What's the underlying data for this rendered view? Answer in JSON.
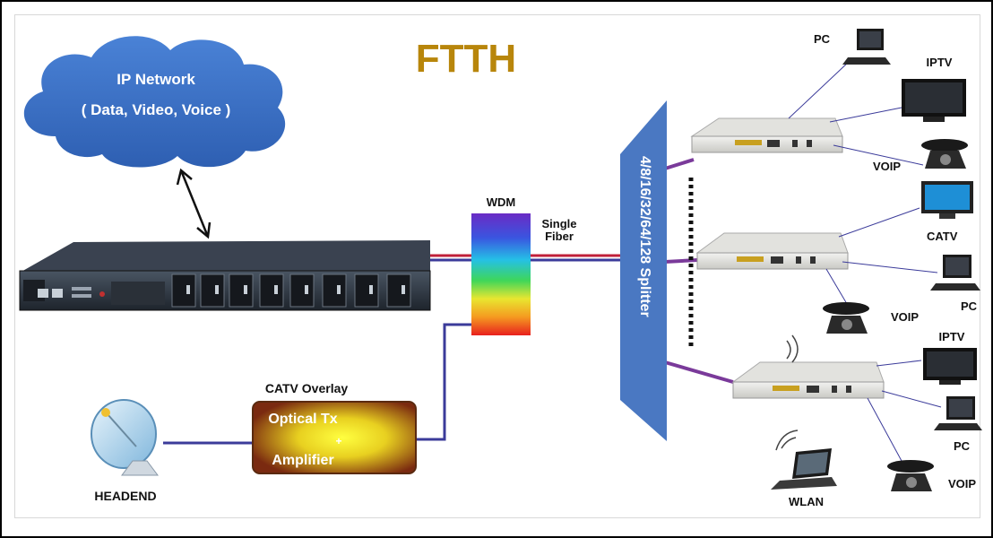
{
  "title": "FTTH",
  "cloud": {
    "line1": "IP Network",
    "line2": "( Data, Video, Voice )"
  },
  "wdm_label": "WDM",
  "fiber_label": {
    "line1": "Single",
    "line2": "Fiber"
  },
  "splitter_label": "4/8/16/32/64/128  Splitter",
  "catv_overlay": {
    "title": "CATV Overlay",
    "line1": "Optical Tx",
    "line2": "+",
    "line3": "Amplifier"
  },
  "headend_label": "HEADEND",
  "devices": {
    "top": {
      "pc": "PC",
      "iptv": "IPTV",
      "voip": "VOIP"
    },
    "middle": {
      "catv": "CATV",
      "pc": "PC",
      "voip": "VOIP"
    },
    "bottom": {
      "iptv": "IPTV",
      "pc": "PC",
      "voip": "VOIP",
      "wlan": "WLAN"
    }
  },
  "colors": {
    "title": "#b8860b",
    "cloud": "#3a6fc4",
    "splitter": "#4a78c2",
    "fiber_red": "#c0203a",
    "fiber_blue": "#3b3b9a",
    "fiber_purple": "#7a3a9a"
  }
}
